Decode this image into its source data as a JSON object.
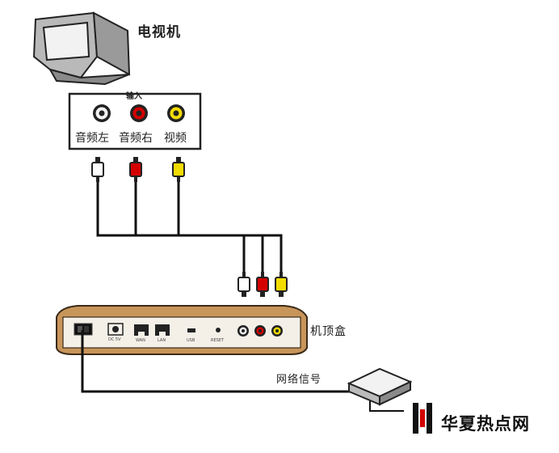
{
  "tv": {
    "label": "电视机"
  },
  "input_panel": {
    "title": "输入",
    "ports": [
      {
        "label": "音频左",
        "color": "#f2f2f2"
      },
      {
        "label": "音频右",
        "color": "#d40000"
      },
      {
        "label": "视频",
        "color": "#f3dc00"
      }
    ]
  },
  "set_top_box": {
    "label": "机顶盒",
    "panel_labels": [
      "DC 5V",
      "WAN",
      "LAN",
      "USB",
      "RESET"
    ]
  },
  "network": {
    "label": "网络信号"
  },
  "watermark": {
    "text": "华夏热点网"
  },
  "colors": {
    "cable": "#111111",
    "red_plug": "#d40000",
    "yellow_plug": "#f3dc00",
    "box_body": "#c8955a",
    "box_panel": "#f4f0e8"
  }
}
